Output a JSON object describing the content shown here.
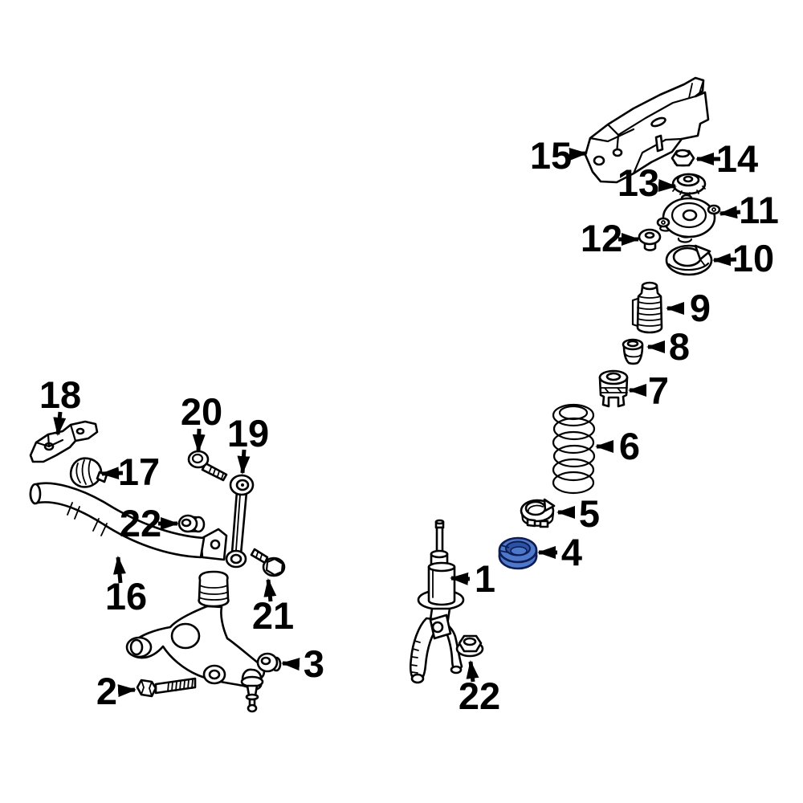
{
  "diagram": {
    "kind": "exploded-parts-diagram",
    "subject": "front-suspension"
  },
  "colors": {
    "background": "#ffffff",
    "line": "#000000",
    "highlight_fill": "#4e79ca",
    "highlight_inner": "#2d52a3",
    "highlight_outline": "#0d1c55"
  },
  "highlighted_callout": "4",
  "callouts": [
    {
      "label": "1",
      "part": "strut"
    },
    {
      "label": "2",
      "part": "control-arm-bolt"
    },
    {
      "label": "3",
      "part": "control-arm-nut"
    },
    {
      "label": "4",
      "part": "spring-insulator",
      "highlighted": true
    },
    {
      "label": "5",
      "part": "spring-seat"
    },
    {
      "label": "6",
      "part": "coil-spring"
    },
    {
      "label": "7",
      "part": "spring-mount"
    },
    {
      "label": "8",
      "part": "bump-stop"
    },
    {
      "label": "9",
      "part": "dust-boot"
    },
    {
      "label": "10",
      "part": "upper-spring-seat"
    },
    {
      "label": "11",
      "part": "strut-mount"
    },
    {
      "label": "12",
      "part": "mount-grommet"
    },
    {
      "label": "13",
      "part": "mount-retainer"
    },
    {
      "label": "14",
      "part": "mount-nut"
    },
    {
      "label": "15",
      "part": "mount-bracket"
    },
    {
      "label": "16",
      "part": "stabilizer-bar"
    },
    {
      "label": "17",
      "part": "stabilizer-bushing"
    },
    {
      "label": "18",
      "part": "stabilizer-bracket"
    },
    {
      "label": "19",
      "part": "stabilizer-link"
    },
    {
      "label": "20",
      "part": "stabilizer-link-bolt"
    },
    {
      "label": "21",
      "part": "bracket-bolt"
    },
    {
      "label": "22",
      "part": "nut-stabilizer-link"
    },
    {
      "label": "22",
      "part": "nut-strut"
    }
  ]
}
